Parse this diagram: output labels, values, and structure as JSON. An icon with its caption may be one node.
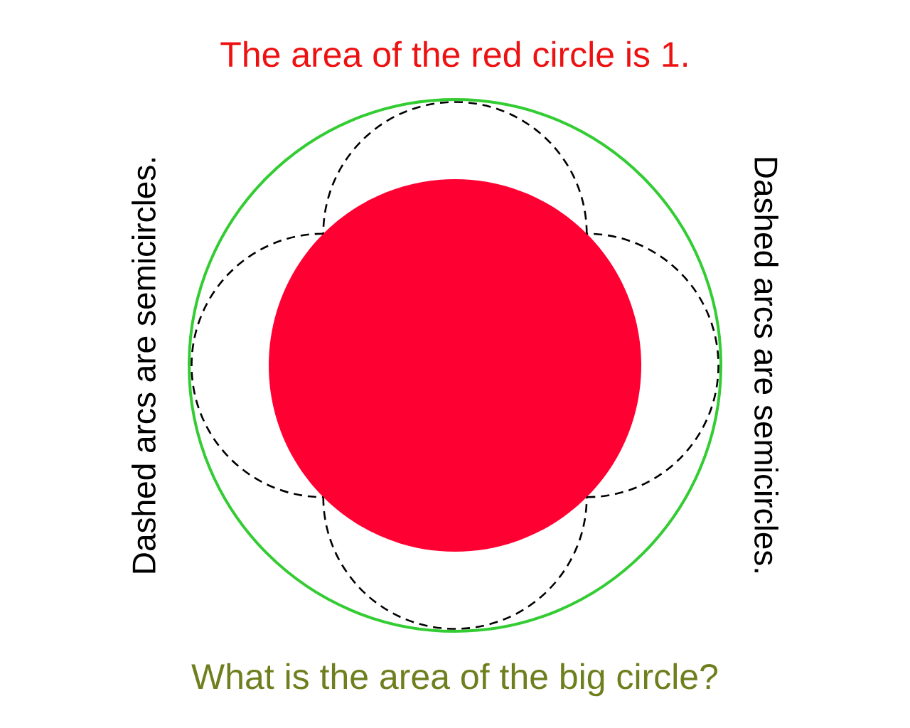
{
  "diagram": {
    "title": "The area of the red circle is 1.",
    "labels": [
      "Dashed arcs are semicircles.",
      "Dashed arcs are semicircles.",
      "What is the area of the big circle?"
    ]
  }
}
